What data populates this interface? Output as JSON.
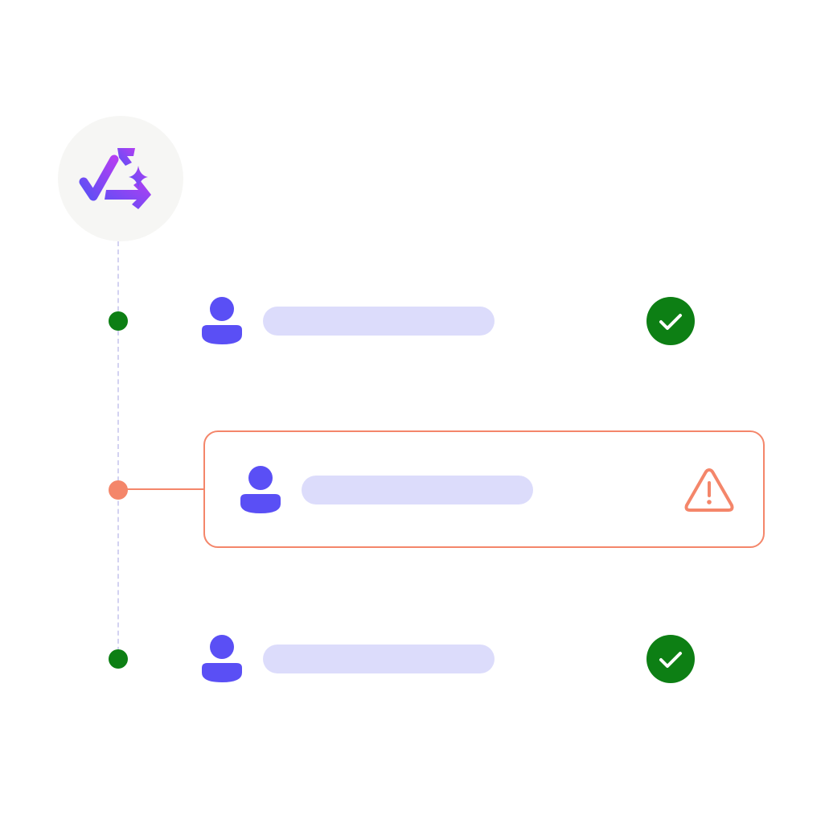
{
  "colors": {
    "accent_purple": "#5a4ff5",
    "placeholder": "#dcdcfb",
    "success_green": "#0d7f14",
    "warning_orange": "#f4866a",
    "timeline_dashed": "#d3d2f1",
    "logo_background": "#f6f6f4"
  },
  "logo": {
    "icon": "sparkle-arrows-icon"
  },
  "steps": [
    {
      "status": "success",
      "avatar_icon": "user-icon",
      "status_icon": "check-circle-icon"
    },
    {
      "status": "warning",
      "avatar_icon": "user-icon",
      "status_icon": "warning-triangle-icon",
      "highlighted": true
    },
    {
      "status": "success",
      "avatar_icon": "user-icon",
      "status_icon": "check-circle-icon"
    }
  ]
}
